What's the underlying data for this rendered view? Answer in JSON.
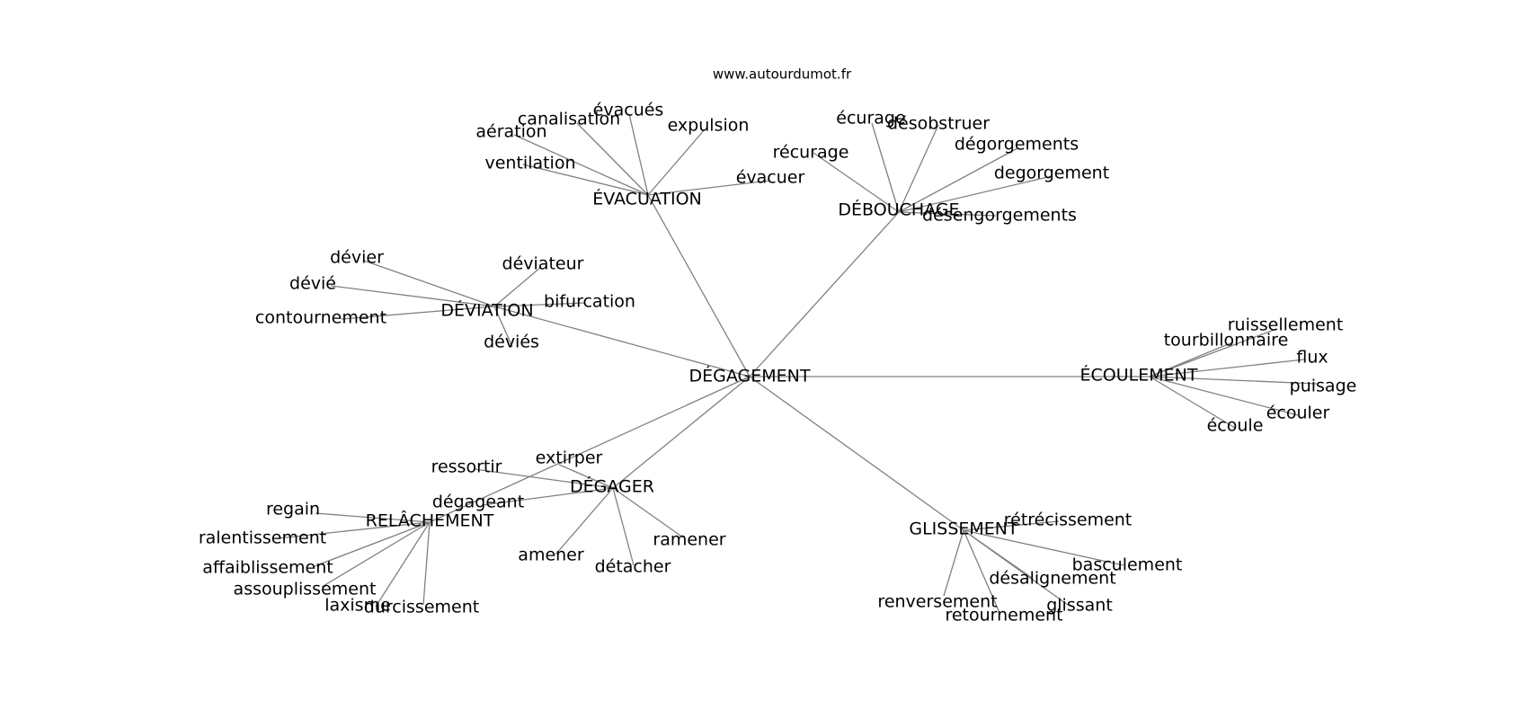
{
  "credit": "www.autourdumot.fr",
  "colors": {
    "edge": "#808080",
    "text": "#000000",
    "background": "#ffffff"
  },
  "graph": {
    "center": "DÉGAGEMENT",
    "clusters": [
      {
        "hub": "ÉVACUATION",
        "words": [
          "évacués",
          "canalisation",
          "aération",
          "expulsion",
          "ventilation",
          "évacuer"
        ]
      },
      {
        "hub": "DÉBOUCHAGE",
        "words": [
          "écurage",
          "désobstruer",
          "récurage",
          "dégorgements",
          "degorgement",
          "désengorgements"
        ]
      },
      {
        "hub": "DÉVIATION",
        "words": [
          "dévier",
          "déviateur",
          "dévié",
          "bifurcation",
          "contournement",
          "déviés"
        ]
      },
      {
        "hub": "ÉCOULEMENT",
        "words": [
          "ruissellement",
          "tourbillonnaire",
          "flux",
          "puisage",
          "écouler",
          "écoule"
        ]
      },
      {
        "hub": "DÉGAGER",
        "words": [
          "extirper",
          "ressortir",
          "dégageant",
          "ramener",
          "amener",
          "détacher"
        ]
      },
      {
        "hub": "RELÂCHEMENT",
        "words": [
          "regain",
          "ralentissement",
          "affaiblissement",
          "assouplissement",
          "laxisme",
          "durcissement"
        ]
      },
      {
        "hub": "GLISSEMENT",
        "words": [
          "rétrécissement",
          "basculement",
          "désalignement",
          "renversement",
          "glissant",
          "retournement"
        ]
      }
    ]
  }
}
